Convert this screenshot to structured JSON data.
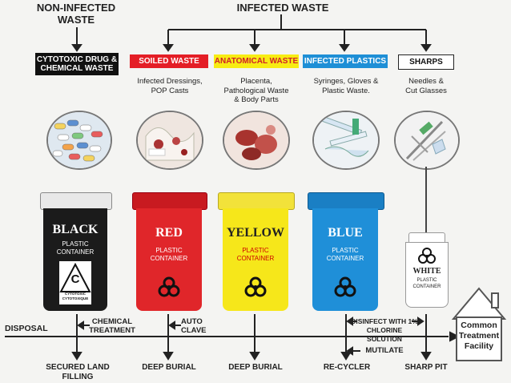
{
  "headers": {
    "non_infected": "NON-INFECTED\nWASTE",
    "infected": "INFECTED WASTE"
  },
  "categories": [
    {
      "label": "CYTOTOXIC DRUG &\nCHEMICAL WASTE",
      "desc": "",
      "bg": "#111111",
      "fg": "#ffffff"
    },
    {
      "label": "SOILED WASTE",
      "desc": "Infected Dressings,\nPOP Casts",
      "bg": "#e41e26",
      "fg": "#ffffff"
    },
    {
      "label": "ANATOMICAL WASTE",
      "desc": "Placenta,\nPathological Waste\n& Body Parts",
      "bg": "#f7ec13",
      "fg": "#d0202a"
    },
    {
      "label": "INFECTED PLASTICS",
      "desc": "Syringes, Gloves &\nPlastic Waste.",
      "bg": "#1e8fd6",
      "fg": "#ffffff"
    },
    {
      "label": "SHARPS",
      "desc": "Needles &\nCut Glasses",
      "bg": "#ffffff",
      "fg": "#111111"
    }
  ],
  "bins": [
    {
      "name": "BLACK",
      "sub": "PLASTIC\nCONTAINER",
      "color": "#1b1b1b",
      "lid": "#e8e8e8",
      "text": "#ffffff",
      "badge": "C",
      "badge_caption": "CYTOTOXIC\nCYTOTOXIQUE"
    },
    {
      "name": "RED",
      "sub": "PLASTIC\nCONTAINER",
      "color": "#e0262a",
      "lid": "#c81a20",
      "text": "#ffffff"
    },
    {
      "name": "YELLOW",
      "sub": "PLASTIC\nCONTAINER",
      "color": "#f6e71a",
      "lid": "#f2e23a",
      "text": "#222222"
    },
    {
      "name": "BLUE",
      "sub": "PLASTIC\nCONTAINER",
      "color": "#1f8fd8",
      "lid": "#1a7fc4",
      "text": "#ffffff"
    },
    {
      "name": "WHITE",
      "sub": "PLASTIC\nCONTAINER",
      "color": "#ffffff",
      "lid": "#ffffff",
      "text": "#222222"
    }
  ],
  "treatments": {
    "chemical": "CHEMICAL\nTREATMENT",
    "autoclave": "AUTO\nCLAVE",
    "disinfect": "DISINFECT WITH 1%\nCHLORINE SOLUTION",
    "mutilate": "MUTILATE"
  },
  "disposal_label": "DISPOSAL",
  "facility_label": "Common\nTreatment\nFacility",
  "final_disposal": [
    "SECURED LAND\nFILLING",
    "DEEP BURIAL",
    "DEEP BURIAL",
    "RE-CYCLER",
    "SHARP PIT"
  ]
}
